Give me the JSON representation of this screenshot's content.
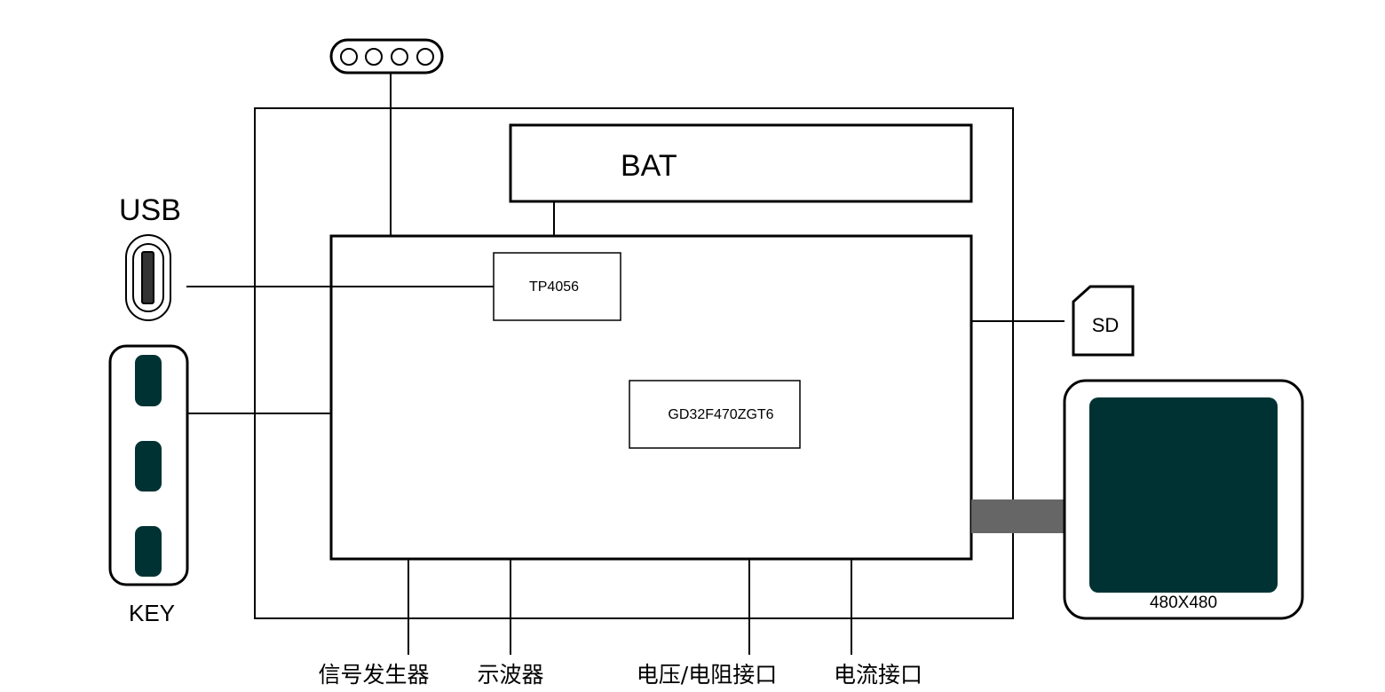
{
  "labels": {
    "usb": "USB",
    "key": "KEY",
    "bat": "BAT",
    "charger": "TP4056",
    "mcu": "GD32F470ZGT6",
    "sd": "SD",
    "display_resolution": "480X480",
    "interfaces": {
      "signal_generator": "信号发生器",
      "oscilloscope": "示波器",
      "voltage_resistance": "电压/电阻接口",
      "current": "电流接口"
    }
  },
  "colors": {
    "line": "#000000",
    "key_cap": "#013233",
    "display_screen": "#013233",
    "display_connector": "#666666",
    "background": "#ffffff"
  },
  "icons": {
    "connector_pins": "four-pin-header-icon",
    "usb": "usb-c-port-icon",
    "sd": "sd-card-icon"
  },
  "key_count": 3,
  "connector_pin_count": 4
}
